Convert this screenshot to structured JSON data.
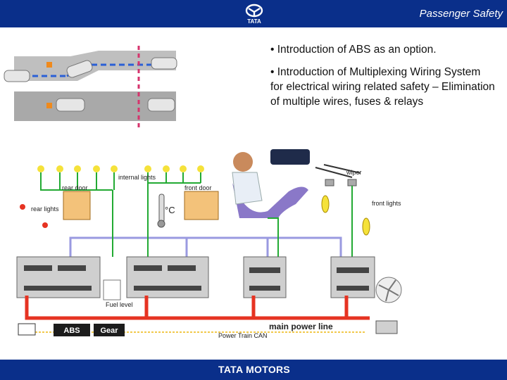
{
  "header": {
    "title": "Passenger Safety",
    "logo_text": "TATA"
  },
  "bullets": [
    "• Introduction of ABS as an option.",
    "• Introduction of Multiplexing Wiring System for electrical wiring related safety – Elimination of multiple wires, fuses & relays"
  ],
  "diagram": {
    "labels": {
      "wiper": "wiper",
      "internal_lights": "internal lights",
      "rear_door": "rear door",
      "front_door": "front door",
      "temperature": "°C",
      "rear_lights": "rear lights",
      "front_lights": "front lights",
      "fuel_level": "Fuel level",
      "abs": "ABS",
      "gear": "Gear",
      "main_power_line": "main power line",
      "power_train_can": "Power Train CAN"
    },
    "colors": {
      "power_line": "#e63322",
      "can_bus": "#9a9ae0",
      "signal": "#22aa33",
      "header": "#0a2f8a"
    }
  },
  "footer": {
    "brand": "TATA MOTORS"
  }
}
